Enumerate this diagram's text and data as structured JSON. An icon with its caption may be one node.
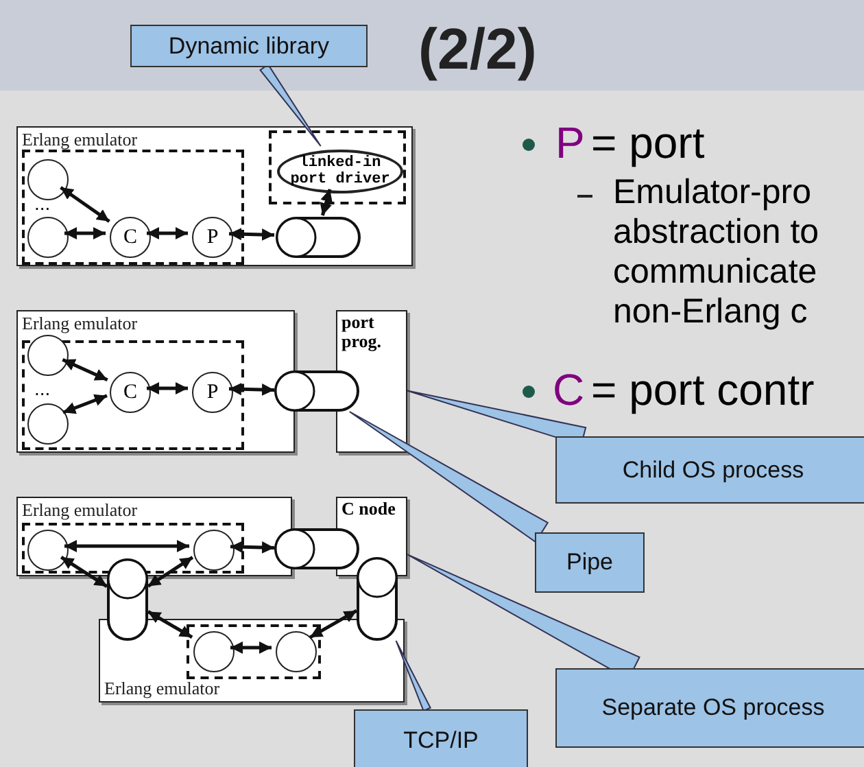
{
  "diagram": {
    "title": "(2/2)",
    "nodes": [
      {
        "text": [
          "Erlang emulator"
        ]
      },
      {
        "text": [],
        "shape": "box",
        "in": 0
      },
      {
        "text": [],
        "shape": "circle",
        "in": 1
      },
      {
        "text": [],
        "shape": "circle",
        "in": 1
      },
      {
        "text": [
          "C"
        ],
        "in": 1
      },
      {
        "text": [
          "P"
        ],
        "in": 1
      },
      {
        "text": [],
        "shape": "cylinder",
        "in": 0
      },
      {
        "text": [],
        "shape": "box",
        "in": 0
      },
      {
        "text": [
          "linked-in port driver"
        ],
        "in": 7
      },
      {
        "text": [
          "Erlang emulator"
        ]
      },
      {
        "text": [],
        "shape": "box",
        "in": 9
      },
      {
        "text": [],
        "shape": "circle",
        "in": 10
      },
      {
        "text": [],
        "shape": "circle",
        "in": 10
      },
      {
        "text": [
          "C"
        ],
        "in": 10
      },
      {
        "text": [
          "P"
        ],
        "in": 10
      },
      {
        "text": [],
        "shape": "cylinder"
      },
      {
        "text": [
          "port prog."
        ]
      },
      {
        "text": [
          "Erlang emulator"
        ]
      },
      {
        "text": [],
        "shape": "box",
        "in": 17
      },
      {
        "text": [],
        "shape": "circle",
        "in": 18
      },
      {
        "text": [],
        "shape": "circle",
        "in": 18
      },
      {
        "text": [],
        "shape": "cylinder"
      },
      {
        "text": [
          "C node"
        ]
      },
      {
        "text": [],
        "shape": "cylinder"
      },
      {
        "text": [],
        "shape": "cylinder"
      },
      {
        "text": [
          "Erlang emulator"
        ]
      },
      {
        "text": [],
        "shape": "box",
        "in": 25
      },
      {
        "text": [],
        "shape": "circle",
        "in": 26
      },
      {
        "text": [],
        "shape": "circle",
        "in": 26
      },
      {
        "text": [
          "Dynamic library"
        ]
      },
      {
        "text": [
          "Child OS process"
        ]
      },
      {
        "text": [
          "Pipe"
        ]
      },
      {
        "text": [
          "Separate OS process"
        ]
      },
      {
        "text": [
          "TCP/IP"
        ]
      }
    ],
    "edges": [
      {
        "from": 2,
        "to": 4,
        "arrow": "both"
      },
      {
        "from": 3,
        "to": 4,
        "arrow": "both"
      },
      {
        "from": 4,
        "to": 5,
        "arrow": "both"
      },
      {
        "from": 5,
        "to": 6,
        "arrow": "both"
      },
      {
        "from": 6,
        "to": 8,
        "arrow": "both"
      },
      {
        "from": 11,
        "to": 13,
        "arrow": "both"
      },
      {
        "from": 12,
        "to": 13,
        "arrow": "both"
      },
      {
        "from": 13,
        "to": 14,
        "arrow": "both"
      },
      {
        "from": 14,
        "to": 15,
        "arrow": "both"
      },
      {
        "from": 19,
        "to": 20,
        "arrow": "both"
      },
      {
        "from": 19,
        "to": 23,
        "arrow": "both"
      },
      {
        "from": 20,
        "to": 23,
        "arrow": "both"
      },
      {
        "from": 20,
        "to": 21,
        "arrow": "both"
      },
      {
        "from": 23,
        "to": 27,
        "arrow": "both"
      },
      {
        "from": 27,
        "to": 28,
        "arrow": "both"
      },
      {
        "from": 28,
        "to": 24,
        "arrow": "both"
      },
      {
        "from": 29,
        "to": 8,
        "arrow": "none"
      },
      {
        "from": 30,
        "to": 16,
        "arrow": "none"
      },
      {
        "from": 31,
        "to": 15,
        "arrow": "none"
      },
      {
        "from": 32,
        "to": 22,
        "arrow": "none"
      },
      {
        "from": 33,
        "to": 24,
        "arrow": "none"
      }
    ],
    "labels": [
      "...",
      "...",
      "P",
      "= port",
      "Emulator-pro abstraction to communicate non-Erlang c",
      "C",
      "= port contr"
    ]
  }
}
